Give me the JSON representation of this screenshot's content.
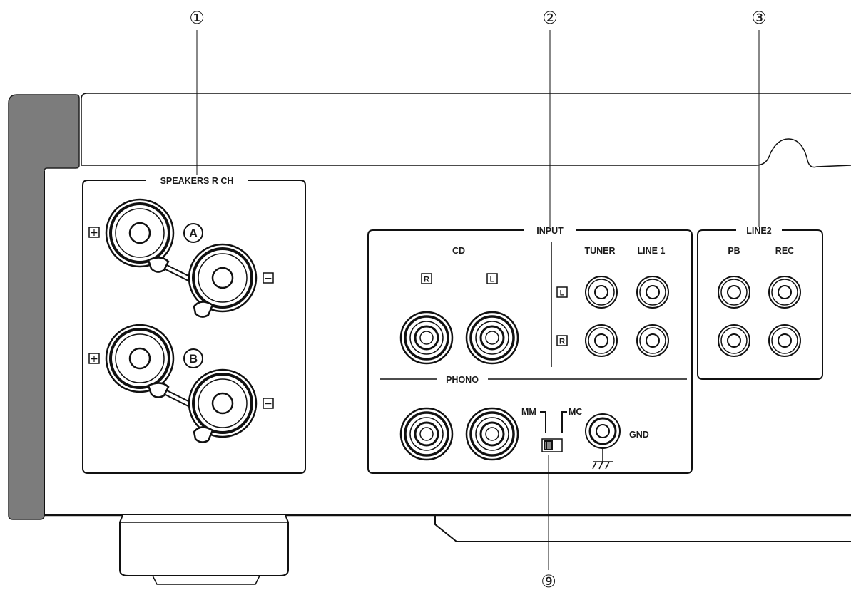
{
  "callouts": {
    "c1": "①",
    "c2": "②",
    "c3": "③",
    "c9": "⑨"
  },
  "speakers": {
    "title": "SPEAKERS R CH",
    "pair_a": "A",
    "pair_b": "B",
    "plus": "+",
    "minus": "−"
  },
  "input": {
    "title": "INPUT",
    "cd": "CD",
    "tuner": "TUNER",
    "line1": "LINE 1",
    "r": "R",
    "l": "L"
  },
  "line2": {
    "title": "LINE2",
    "pb": "PB",
    "rec": "REC"
  },
  "phono": {
    "title": "PHONO",
    "mm": "MM",
    "mc": "MC",
    "gnd": "GND"
  },
  "icons": {
    "speaker_terminal": "binding-post-icon",
    "rca_jack": "rca-jack-icon",
    "ground": "ground-symbol-icon",
    "switch": "slide-switch-icon"
  }
}
